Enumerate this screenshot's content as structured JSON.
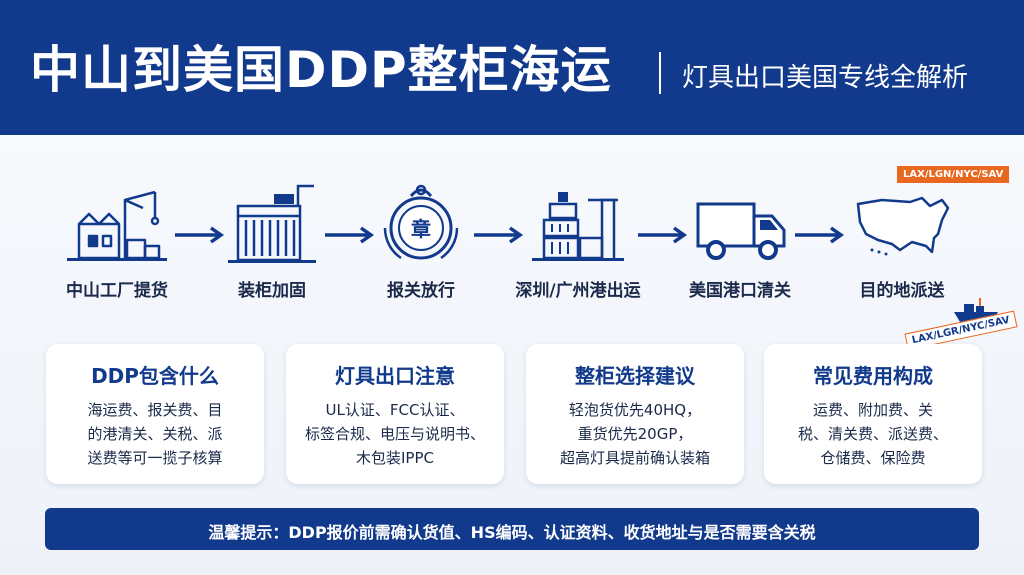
{
  "header": {
    "title": "中山到美国DDP整柜海运",
    "subtitle": "灯具出口美国专线全解析"
  },
  "flow": {
    "steps": [
      {
        "label": "中山工厂提货",
        "icon": "factory-crane-icon"
      },
      {
        "label": "装柜加固",
        "icon": "container-loading-icon"
      },
      {
        "label": "报关放行",
        "icon": "customs-stamp-icon"
      },
      {
        "label": "深圳/广州港出运",
        "icon": "port-containers-icon"
      },
      {
        "label": "美国港口清关",
        "icon": "truck-icon"
      },
      {
        "label": "目的地派送",
        "icon": "usa-map-icon"
      }
    ],
    "tags": {
      "top": "LAX/LGN/NYC/SAV",
      "bottom": "LAX/LGR/NYC/SAV"
    }
  },
  "cards": [
    {
      "title": "DDP包含什么",
      "lines": [
        "海运费、报关费、目",
        "的港清关、关税、派",
        "送费等可一揽子核算"
      ]
    },
    {
      "title": "灯具出口注意",
      "lines": [
        "UL认证、FCC认证、",
        "标签合规、电压与说明书、",
        "木包装IPPC"
      ]
    },
    {
      "title": "整柜选择建议",
      "lines": [
        "轻泡货优先40HQ，",
        "重货优先20GP，",
        "超高灯具提前确认装箱"
      ]
    },
    {
      "title": "常见费用构成",
      "lines": [
        "运费、附加费、关",
        "税、清关费、派送费、",
        "仓储费、保险费"
      ]
    }
  ],
  "footer": {
    "text": "温馨提示：DDP报价前需确认货值、HS编码、认证资料、收货地址与是否需要含关税"
  },
  "colors": {
    "primary": "#123a8c",
    "accent": "#e8681f",
    "text": "#1b2a4a"
  }
}
